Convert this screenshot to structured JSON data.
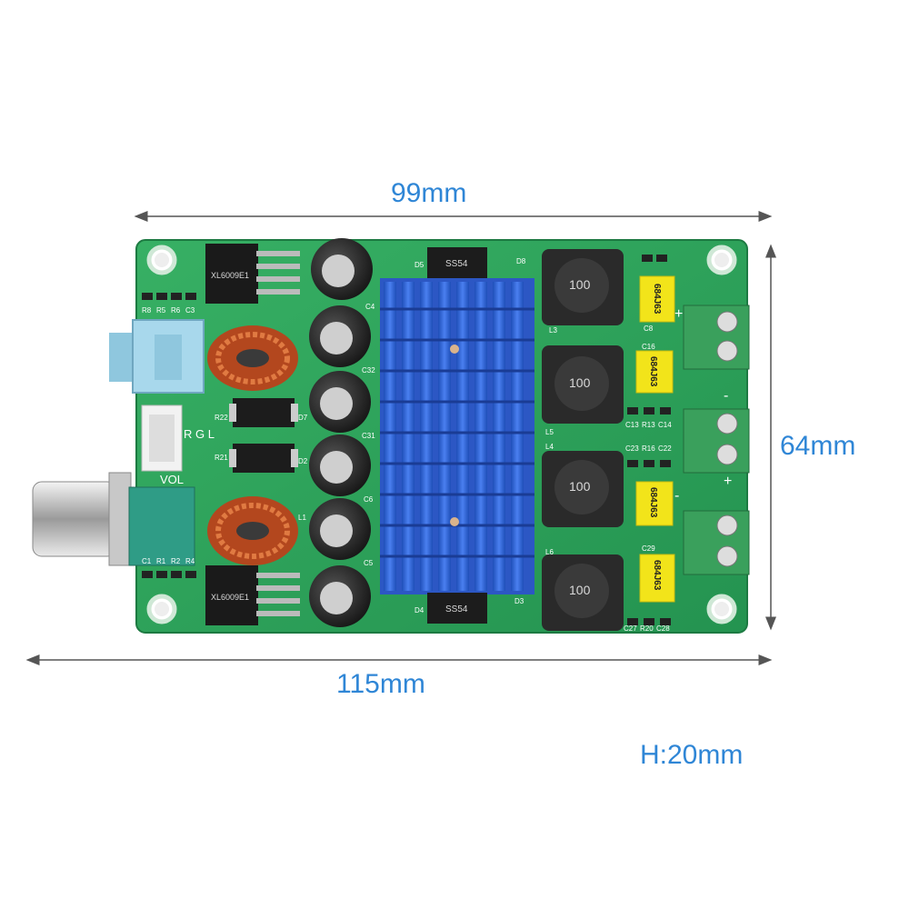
{
  "dimensions": {
    "width_top": "99mm",
    "height_right": "64mm",
    "width_bottom": "115mm",
    "height": "H:20mm"
  },
  "colors": {
    "dimension_text": "#2f86d6",
    "pcb_green": "#2fa35a",
    "heatsink_blue": "#2f5fd0",
    "terminal_green": "#3aa05c",
    "film_cap_yellow": "#f2e41a"
  },
  "board": {
    "vol_label": "VOL",
    "rgl_label": "R G L",
    "chip_marking": "XL6009E1",
    "inductor_marking": "100",
    "film_cap_marking": "684J63",
    "diode_marking": "SS54"
  },
  "silkscreen": {
    "r8": "R8",
    "r5": "R5",
    "r6": "R6",
    "c3": "C3",
    "c1": "C1",
    "r1": "R1",
    "r2": "R2",
    "r4": "R4",
    "r22": "R22",
    "r21": "R21",
    "d7": "D7",
    "d2": "D2",
    "d5": "D5",
    "d4": "D4",
    "d3": "D3",
    "d8": "D8",
    "c4": "C4",
    "c32": "C32",
    "c31": "C31",
    "c6": "C6",
    "c5": "C5",
    "l1": "L1",
    "l3": "L3",
    "l5": "L5",
    "l4": "L4",
    "l6": "L6",
    "c8": "C8",
    "c16": "C16",
    "c13": "C13",
    "r13": "R13",
    "c14": "C14",
    "c23": "C23",
    "r16": "R16",
    "c22": "C22",
    "c29": "C29",
    "c27": "C27",
    "r20": "R20",
    "c28": "C28",
    "plus": "+",
    "minus": "-"
  }
}
